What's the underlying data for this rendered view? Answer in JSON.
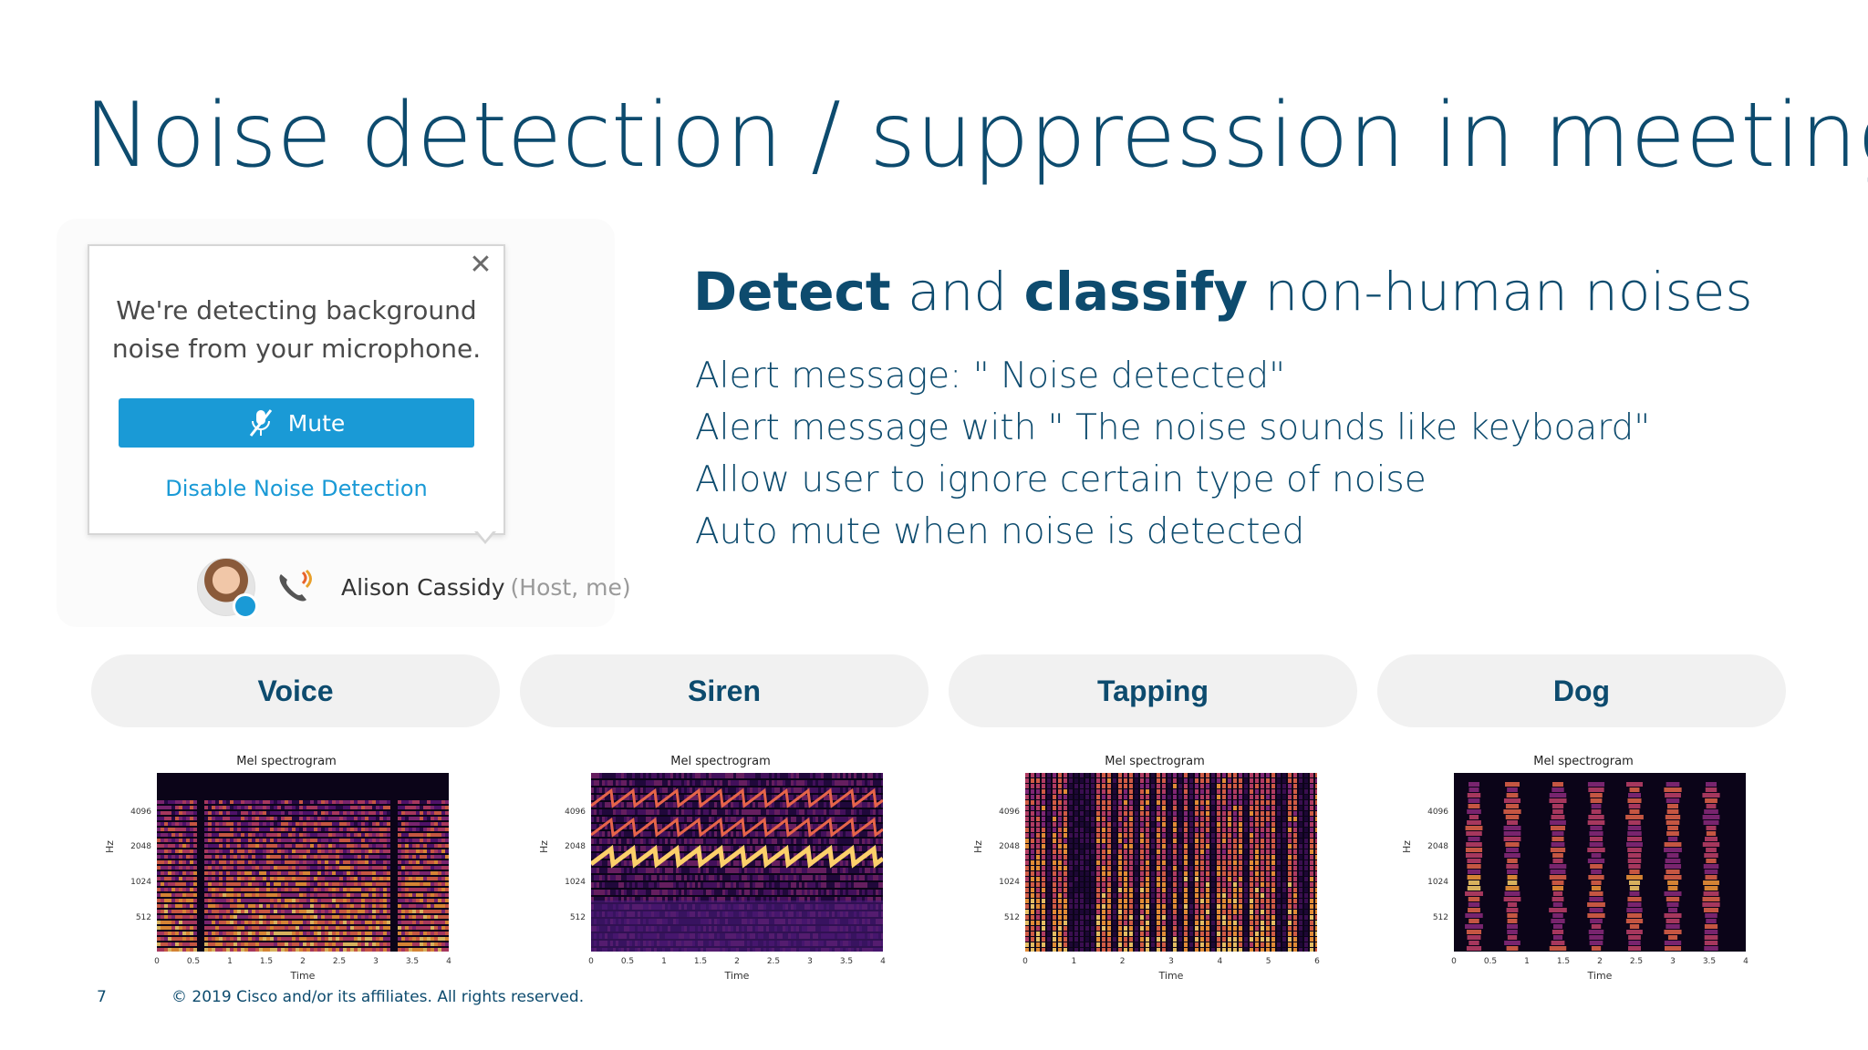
{
  "title": "Noise detection / suppression in meetings",
  "popup": {
    "close_icon": "close-icon",
    "message": "We're detecting background noise from your microphone.",
    "mute_label": "Mute",
    "mute_icon": "mic-muted-icon",
    "disable_link": "Disable Noise Detection"
  },
  "participant": {
    "name": "Alison Cassidy",
    "role": "(Host, me)",
    "phone_icon": "phone-noise-icon"
  },
  "subtitle": {
    "part1": "Detect",
    "part2": " and ",
    "part3": "classify",
    "part4": " non-human noises"
  },
  "bullets": [
    "Alert message: \" Noise detected\"",
    "Alert message with \" The noise sounds like keyboard\"",
    "Allow user to ignore certain type of noise",
    "Auto mute when noise is detected"
  ],
  "categories": [
    "Voice",
    "Siren",
    "Tapping",
    "Dog"
  ],
  "spectrograms": [
    {
      "title": "Mel spectrogram",
      "ylabel": "Hz",
      "xlabel": "Time",
      "yticks": [
        "4096",
        "2048",
        "1024",
        "512"
      ],
      "xticks": [
        "0",
        "0.5",
        "1",
        "1.5",
        "2",
        "2.5",
        "3",
        "3.5",
        "4"
      ],
      "xmax": 4
    },
    {
      "title": "Mel spectrogram",
      "ylabel": "Hz",
      "xlabel": "Time",
      "yticks": [
        "4096",
        "2048",
        "1024",
        "512"
      ],
      "xticks": [
        "0",
        "0.5",
        "1",
        "1.5",
        "2",
        "2.5",
        "3",
        "3.5",
        "4"
      ],
      "xmax": 4
    },
    {
      "title": "Mel spectrogram",
      "ylabel": "Hz",
      "xlabel": "Time",
      "yticks": [
        "4096",
        "2048",
        "1024",
        "512"
      ],
      "xticks": [
        "0",
        "1",
        "2",
        "3",
        "4",
        "5",
        "6"
      ],
      "xmax": 6
    },
    {
      "title": "Mel spectrogram",
      "ylabel": "Hz",
      "xlabel": "Time",
      "yticks": [
        "4096",
        "2048",
        "1024",
        "512"
      ],
      "xticks": [
        "0",
        "0.5",
        "1",
        "1.5",
        "2",
        "2.5",
        "3",
        "3.5",
        "4"
      ],
      "xmax": 4
    }
  ],
  "footer": {
    "page_number": "7",
    "copyright": "© 2019  Cisco and/or its affiliates. All rights reserved."
  },
  "colors": {
    "title": "#0d4b6e",
    "accent": "#1a9ad6",
    "pill_bg": "#f1f1f1"
  }
}
